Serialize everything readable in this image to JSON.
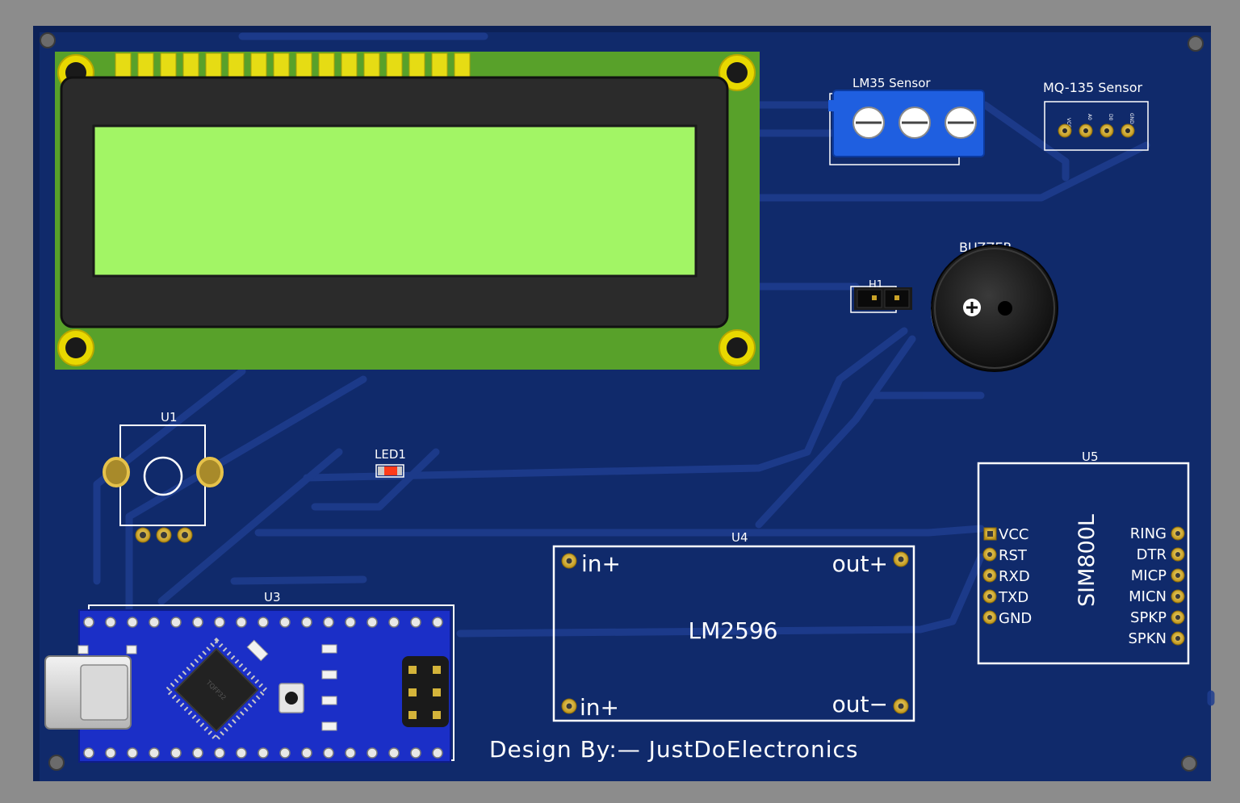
{
  "colors": {
    "background": "#8c8c8c",
    "board": "#102a6b",
    "trace": "#1d3b8a",
    "silkscreen": "#ffffff",
    "pad_gold": "#c9a227",
    "lcd_pcb": "#58a12a",
    "lcd_screen": "#a2f565",
    "terminal_blue": "#1f5fe0",
    "nano_blue": "#1b2fc7"
  },
  "labels": {
    "lm35": "LM35 Sensor",
    "mq135": "MQ-135 Sensor",
    "mq135_pins": [
      "VCC",
      "A0",
      "D0",
      "GND"
    ],
    "buzzer": "BUZZER",
    "h1": "H1",
    "u1": "U1",
    "led1": "LED1",
    "u3": "U3",
    "u4": "U4",
    "u5": "U5",
    "lm2596": {
      "name": "LM2596",
      "in_top": "in+",
      "in_bottom": "in+",
      "out_top": "out+",
      "out_bottom": "out−"
    },
    "sim800l": {
      "name": "SIM800L",
      "left_pins": [
        "VCC",
        "RST",
        "RXD",
        "TXD",
        "GND"
      ],
      "right_pins": [
        "RING",
        "DTR",
        "MICP",
        "MICN",
        "SPKP",
        "SPKN"
      ]
    },
    "chip_text": "TQFP32",
    "credit": "Design By:— JustDoElectronics"
  }
}
